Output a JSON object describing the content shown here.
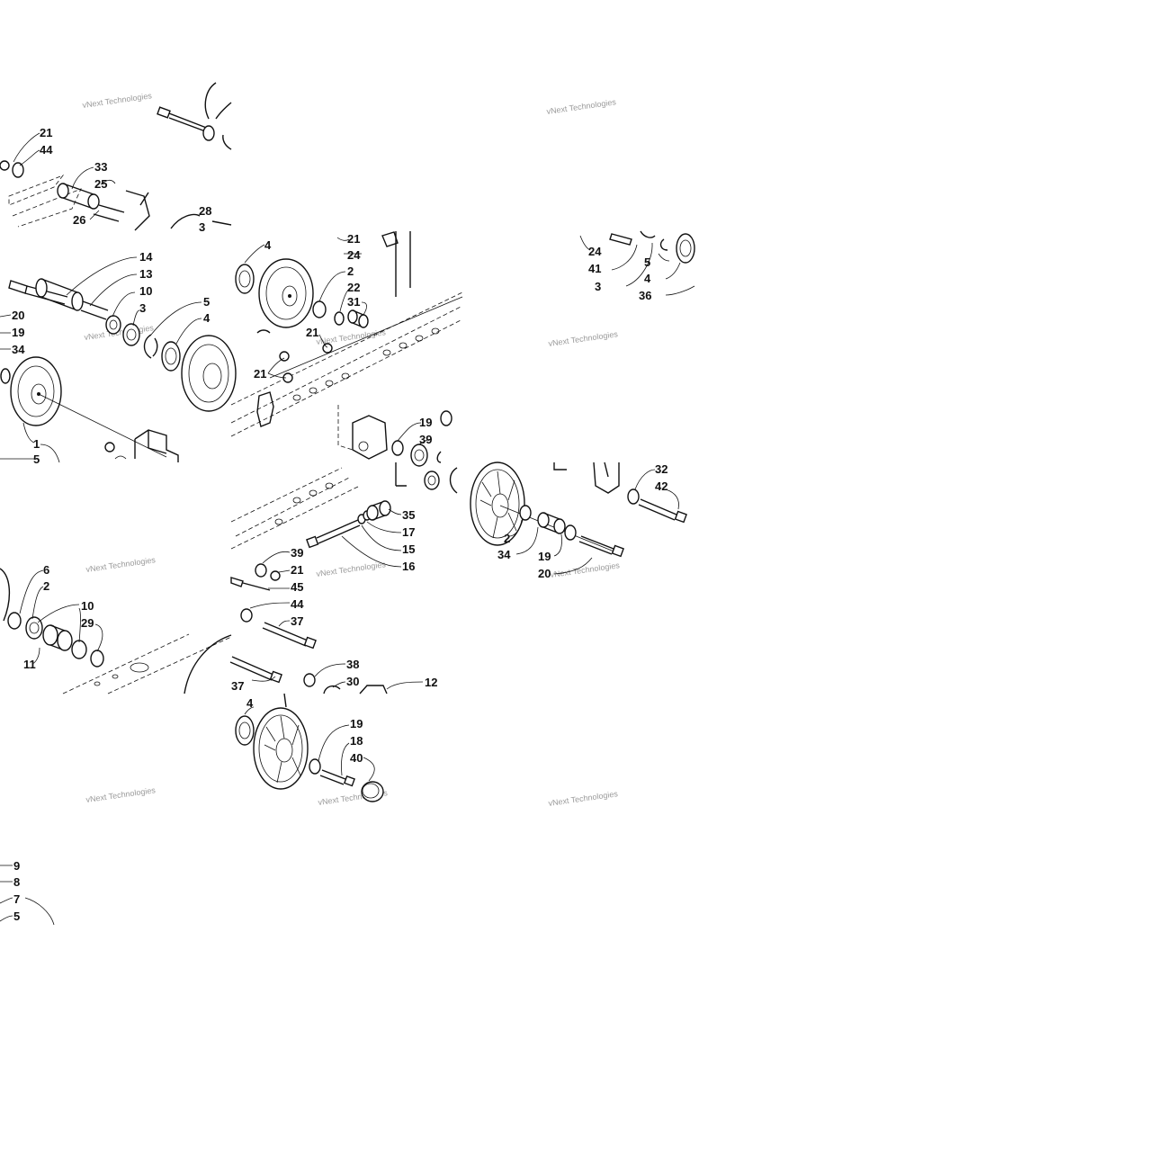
{
  "watermark": "vNext Technologies",
  "callouts": {
    "c01": "21",
    "c02": "44",
    "c03": "33",
    "c04": "25",
    "c05": "26",
    "c06": "28",
    "c07": "3",
    "c08": "14",
    "c09": "13",
    "c10": "10",
    "c11": "3",
    "c12": "5",
    "c13": "4",
    "c14": "20",
    "c15": "19",
    "c16": "34",
    "c17": "1",
    "c18": "5",
    "c19": "4",
    "c20": "21",
    "c21": "24",
    "c22": "2",
    "c23": "22",
    "c24": "31",
    "c25": "21",
    "c26": "21",
    "c27": "19",
    "c28": "39",
    "c29": "24",
    "c30": "41",
    "c31": "3",
    "c32": "5",
    "c33": "4",
    "c34": "36",
    "c35": "35",
    "c36": "17",
    "c37": "15",
    "c38": "16",
    "c39": "2",
    "c40": "34",
    "c41": "19",
    "c42": "20",
    "c43": "32",
    "c44": "42",
    "c45": "6",
    "c46": "2",
    "c47": "10",
    "c48": "29",
    "c49": "11",
    "c50": "39",
    "c51": "21",
    "c52": "45",
    "c53": "44",
    "c54": "37",
    "c55": "37",
    "c56": "38",
    "c57": "30",
    "c58": "12",
    "c59": "4",
    "c60": "19",
    "c61": "18",
    "c62": "40",
    "c63": "9",
    "c64": "8",
    "c65": "7",
    "c66": "5"
  }
}
